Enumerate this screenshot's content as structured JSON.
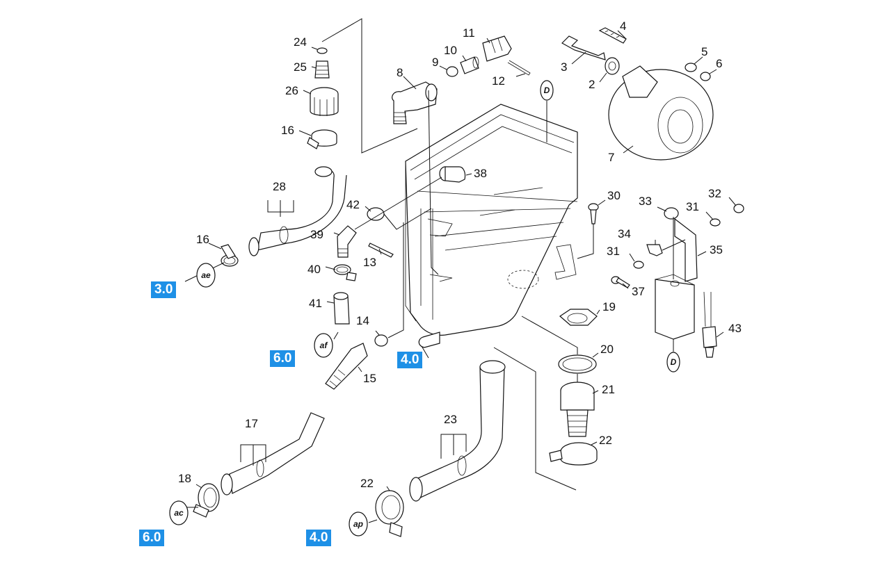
{
  "page_refs": {
    "ref_3_0": "3.0",
    "ref_6_0_a": "6.0",
    "ref_4_0_a": "4.0",
    "ref_6_0_b": "6.0",
    "ref_4_0_b": "4.0"
  },
  "callouts": {
    "ae": "ae",
    "af": "af",
    "ac": "ac",
    "ap": "ap",
    "d_top": "D",
    "d_right": "D"
  },
  "labels": {
    "p24": "24",
    "p25": "25",
    "p26": "26",
    "p16a": "16",
    "p28": "28",
    "p16b": "16",
    "p8": "8",
    "p9": "9",
    "p10": "10",
    "p11": "11",
    "p12": "12",
    "p4": "4",
    "p3": "3",
    "p2": "2",
    "p5": "5",
    "p6": "6",
    "p7": "7",
    "p38": "38",
    "p42": "42",
    "p39": "39",
    "p13": "13",
    "p40": "40",
    "p41": "41",
    "p14": "14",
    "p15": "15",
    "p30": "30",
    "p33": "33",
    "p32": "32",
    "p31a": "31",
    "p34": "34",
    "p35": "35",
    "p31b": "31",
    "p37": "37",
    "p43": "43",
    "p19": "19",
    "p20": "20",
    "p21": "21",
    "p22a": "22",
    "p17": "17",
    "p18": "18",
    "p23": "23",
    "p22b": "22"
  }
}
